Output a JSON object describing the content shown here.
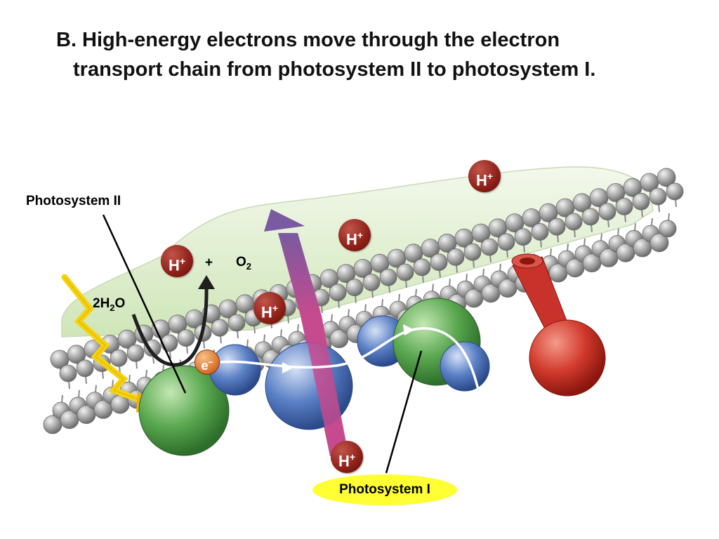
{
  "title": {
    "line1": "B. High-energy electrons move through the electron",
    "line2": "transport chain from photosystem II to photosystem I."
  },
  "labels": {
    "photosystem_ii": "Photosystem II",
    "photosystem_i": "Photosystem I",
    "water": {
      "prefix": "2H",
      "sub": "2",
      "suffix": "O"
    },
    "plus": "+",
    "oxygen": {
      "prefix": "O",
      "sub": "2"
    },
    "electron": {
      "base": "e",
      "sup": "−"
    },
    "hydrogen_ion": {
      "base": "H",
      "sup": "+"
    }
  },
  "colors": {
    "lumen": "#e6f1d8",
    "membrane_bead": "#a8a8a8",
    "photosystem": "#4f9d48",
    "carrier_protein": "#4f74b8",
    "atp_synthase": "#d23a2c",
    "hydrogen_ion": "#8d1f17",
    "sunlight": "#f4d30f",
    "proton_arrow": "#9a4f8e",
    "highlight": "#ffff33"
  }
}
